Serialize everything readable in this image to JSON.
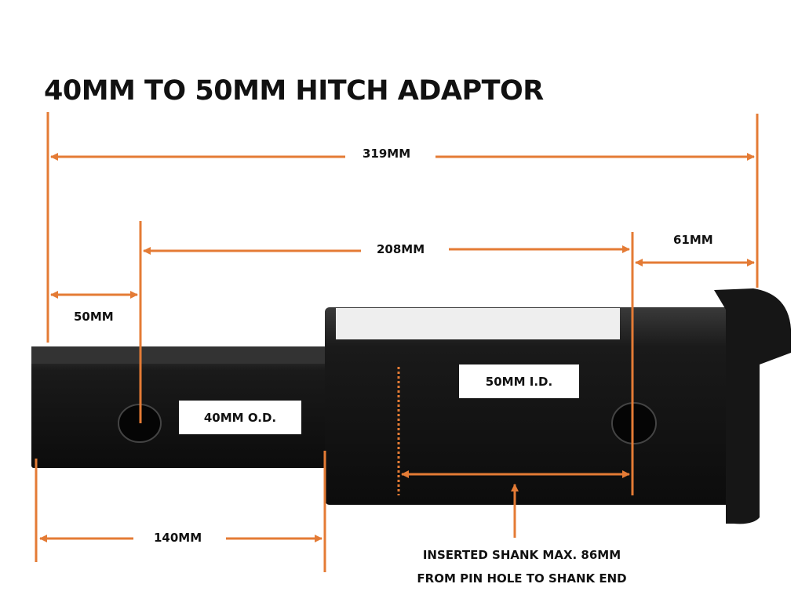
{
  "title": "40MM TO 50MM HITCH ADAPTOR",
  "dimensions": {
    "overall": "319MM",
    "hole_to_hole": "208MM",
    "collar": "61MM",
    "end_to_hole": "50MM",
    "small_tube": "140MM"
  },
  "labels": {
    "outer": "40MM O.D.",
    "inner": "50MM I.D."
  },
  "note": {
    "line1": "INSERTED SHANK MAX. 86MM",
    "line2": "FROM PIN HOLE TO SHANK END"
  },
  "colors": {
    "accent": "#E47B35",
    "steel": "#1b1b1b"
  }
}
